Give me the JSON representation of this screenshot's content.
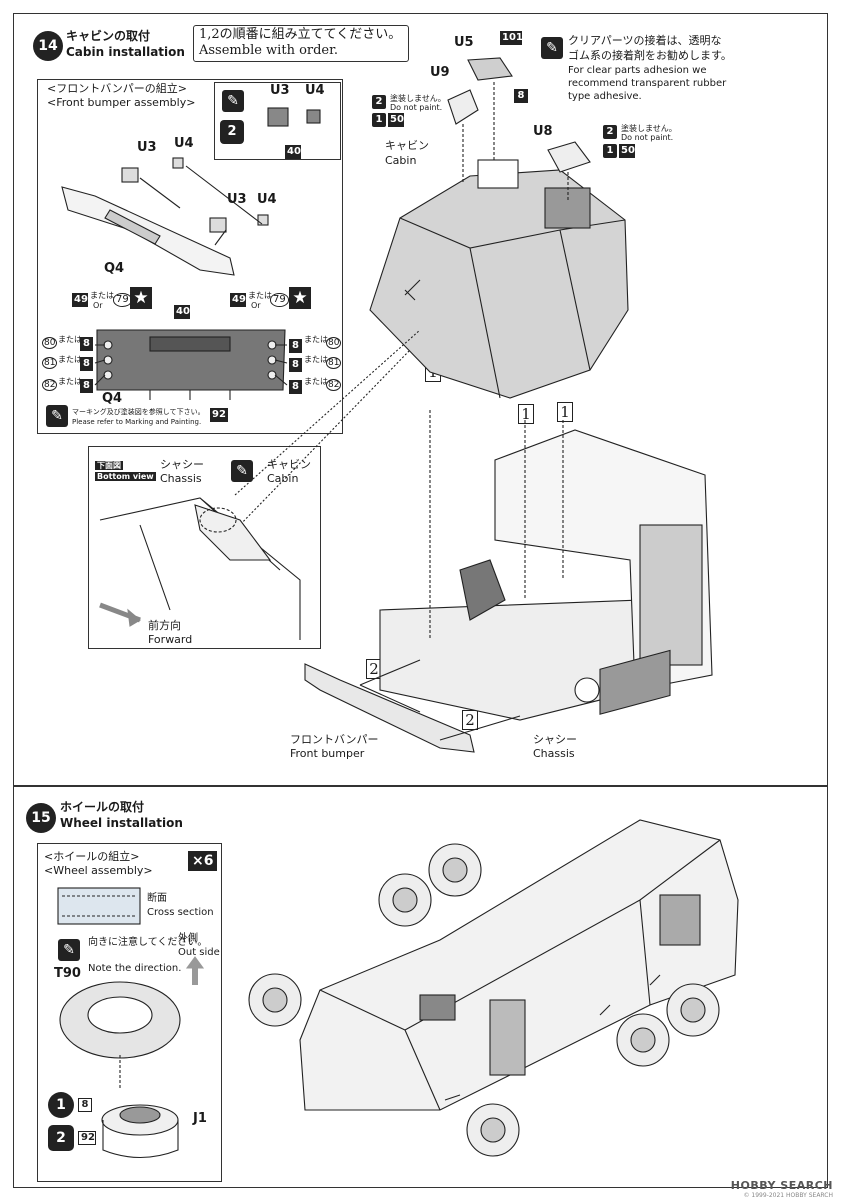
{
  "step14": {
    "number": "14",
    "title_jp": "キャビンの取付",
    "title_en": "Cabin installation",
    "note_jp": "1,2の順番に組み立ててください。",
    "note_en": "Assemble with order.",
    "clear_note_jp_1": "クリアパーツの接着は、透明な",
    "clear_note_jp_2": "ゴム系の接着剤をお勧めします。",
    "clear_note_en_1": "For clear parts adhesion we",
    "clear_note_en_2": "recommend transparent rubber",
    "clear_note_en_3": "type adhesive.",
    "parts": {
      "u5": "U5",
      "u9": "U9",
      "u8": "U8",
      "b101": "101",
      "b8": "8"
    },
    "donot_jp": "塗装しません。",
    "donot_en": "Do not paint.",
    "donot_jp_2": "塗装しません。",
    "donot_en_2": "Do not paint.",
    "fifty": "50",
    "fifty_2": "50",
    "cabin_jp": "キャビン",
    "cabin_en": "Cabin",
    "chassis_jp": "シャシー",
    "chassis_en": "Chassis",
    "front_bumper_jp": "フロントバンパー",
    "front_bumper_en": "Front bumper",
    "order_1": "1",
    "order_1b": "1",
    "order_1c": "1",
    "order_2": "2",
    "order_2b": "2"
  },
  "bumper_panel": {
    "title_jp": "<フロントバンパーの組立>",
    "title_en": "<Front bumper assembly>",
    "u3": "U3",
    "u4": "U4",
    "u3b": "U3",
    "u4b": "U4",
    "q4": "Q4",
    "q4b": "Q4",
    "inset_u3": "U3",
    "inset_u4": "U4",
    "inset_40": "40",
    "c40": "40",
    "c92": "92",
    "decal_49": "49",
    "decal_49b": "49",
    "decal_79": "79",
    "decal_79b": "79",
    "or_jp": "または",
    "or_en": "Or",
    "left_80": "80",
    "left_81": "81",
    "left_82": "82",
    "right_80": "80",
    "right_81": "81",
    "right_82": "82",
    "eight": "8",
    "marking_jp": "マーキング及び塗装図を参照して下さい。",
    "marking_en": "Please refer to Marking and Painting."
  },
  "bottom_panel": {
    "tag_jp": "下面図",
    "tag_en": "Bottom view",
    "chassis_jp": "シャシー",
    "chassis_en": "Chassis",
    "cabin_jp": "キャビン",
    "cabin_en": "Cabin",
    "forward_jp": "前方向",
    "forward_en": "Forward"
  },
  "step15": {
    "number": "15",
    "title_jp": "ホイールの取付",
    "title_en": "Wheel installation"
  },
  "wheel_panel": {
    "title_jp": "<ホイールの組立>",
    "title_en": "<Wheel assembly>",
    "multiplier": "×6",
    "cross_jp": "断面",
    "cross_en": "Cross section",
    "direction_jp": "向きに注意してください。",
    "direction_en": "Note the direction.",
    "outside_jp": "外側",
    "outside_en": "Out side",
    "t90": "T90",
    "j1": "J1",
    "c8": "8",
    "c92": "92"
  },
  "watermark": "HOBBY SEARCH",
  "watermark_copy": "© 1999-2021 HOBBY SEARCH"
}
